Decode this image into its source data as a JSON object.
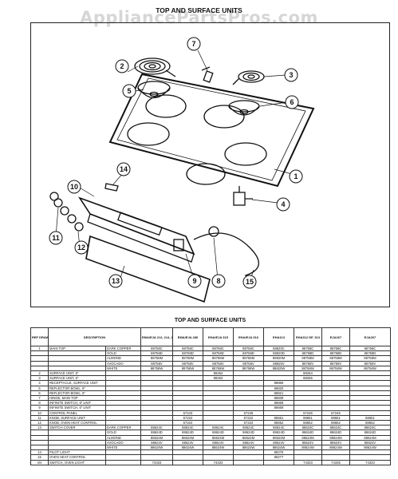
{
  "watermark": "AppliancePartsPros.com",
  "diagram": {
    "title": "TOP AND SURFACE UNITS",
    "callouts": [
      "1",
      "2",
      "3",
      "4",
      "5",
      "6",
      "7",
      "8",
      "9",
      "10",
      "11",
      "12",
      "13",
      "14",
      "15"
    ]
  },
  "table": {
    "title": "TOP AND SURFACE UNITS",
    "headers": [
      "REF DRAW",
      "DESCRIPTION",
      "EMA/EJA 212, 214, 226",
      "EMA/EJA 286",
      "EHA/EJA 315",
      "EHA/EJA 316",
      "EHA113",
      "EHA312 DF, 313",
      "EJA267",
      "EJA267"
    ],
    "rows": [
      {
        "ref": "1",
        "desc": "MAIN TOP",
        "color": "DARK COPPER",
        "vals": [
          "88758C",
          "88758C",
          "88758C",
          "88758C",
          "88820C",
          "88758C",
          "88758C",
          "88758C"
        ]
      },
      {
        "ref": "",
        "desc": "",
        "color": "GOLD",
        "vals": [
          "88758D",
          "88758D",
          "88758D",
          "88758D",
          "88820D",
          "88758D",
          "88758D",
          "88758D"
        ]
      },
      {
        "ref": "",
        "desc": "",
        "color": "ALMOND",
        "vals": [
          "88758M",
          "88758M",
          "88758M",
          "88758M",
          "88820M",
          "88758M",
          "88758M",
          "88758M"
        ]
      },
      {
        "ref": "",
        "desc": "",
        "color": "AVOCADO",
        "vals": [
          "88758V",
          "88758V",
          "88758V",
          "88758V",
          "88820V",
          "88758V",
          "88758V",
          "88758V"
        ]
      },
      {
        "ref": "",
        "desc": "",
        "color": "WHITE",
        "vals": [
          "88758W",
          "88758W",
          "88758W",
          "88758W",
          "88820W",
          "88758W",
          "88758W",
          "88758W"
        ]
      },
      {
        "ref": "2",
        "desc": "SURFACE UNIT, 8\"",
        "color": "",
        "vals": [
          "",
          "",
          "88262",
          "",
          "",
          "88264",
          "",
          ""
        ]
      },
      {
        "ref": "3",
        "desc": "SURFACE UNIT, 6\"",
        "color": "",
        "vals": [
          "",
          "",
          "88263",
          "",
          "",
          "88265",
          "",
          ""
        ]
      },
      {
        "ref": "4",
        "desc": "RECEPTACLE, SURFACE UNIT",
        "color": "",
        "vals": [
          "",
          "",
          "",
          "",
          "88866",
          "",
          "",
          ""
        ]
      },
      {
        "ref": "5",
        "desc": "REFLECTOR BOWL, 8\"",
        "color": "",
        "vals": [
          "",
          "",
          "",
          "",
          "88820",
          "",
          "",
          ""
        ]
      },
      {
        "ref": "6",
        "desc": "REFLECTOR BOWL, 6\"",
        "color": "",
        "vals": [
          "",
          "",
          "",
          "",
          "88821",
          "",
          "",
          ""
        ]
      },
      {
        "ref": "7",
        "desc": "HINGE, MAIN TOP",
        "color": "",
        "vals": [
          "",
          "",
          "",
          "",
          "88839",
          "",
          "",
          ""
        ]
      },
      {
        "ref": "8",
        "desc": "INFINITE SWITCH, 8\" UNIT",
        "color": "",
        "vals": [
          "",
          "",
          "",
          "",
          "88668",
          "",
          "",
          ""
        ]
      },
      {
        "ref": "9",
        "desc": "INFINITE SWITCH, 6\" UNIT",
        "color": "",
        "vals": [
          "",
          "",
          "",
          "",
          "88669",
          "",
          "",
          ""
        ]
      },
      {
        "ref": "10",
        "desc": "CONTROL PANEL",
        "color": "",
        "vals": [
          "",
          "67243",
          "",
          "67245",
          "",
          "67246",
          "67245",
          ""
        ]
      },
      {
        "ref": "11",
        "desc": "KNOB, SURFACE UNIT",
        "color": "",
        "vals": [
          "",
          "67222",
          "",
          "67222",
          "88651",
          "88651",
          "88651",
          "88651"
        ]
      },
      {
        "ref": "12",
        "desc": "KNOB, OVEN HEAT CONTROL",
        "color": "",
        "vals": [
          "",
          "67224",
          "",
          "67224",
          "88652",
          "88652",
          "88652",
          "88652"
        ]
      },
      {
        "ref": "13",
        "desc": "SWITCH COVER",
        "color": "DARK COPPER",
        "vals": [
          "88624C",
          "88624C",
          "88624C",
          "88624C",
          "88624C",
          "88624C",
          "88624C",
          "88624C"
        ]
      },
      {
        "ref": "",
        "desc": "",
        "color": "GOLD",
        "vals": [
          "88624D",
          "88624D",
          "88624D",
          "88624D",
          "88624D",
          "88624D",
          "88624D",
          "88624D"
        ]
      },
      {
        "ref": "",
        "desc": "",
        "color": "ALMOND",
        "vals": [
          "88624M",
          "88624M",
          "88624M",
          "88624M",
          "88624M",
          "88624M",
          "88624M",
          "88624M"
        ]
      },
      {
        "ref": "",
        "desc": "",
        "color": "AVOCADO",
        "vals": [
          "88624V",
          "88624V",
          "88624V",
          "88624V",
          "88624V",
          "88624V",
          "88624V",
          "88624V"
        ]
      },
      {
        "ref": "",
        "desc": "",
        "color": "WHITE",
        "vals": [
          "88624W",
          "88624W",
          "88624W",
          "88624W",
          "88624W",
          "88624W",
          "88624W",
          "88624W"
        ]
      },
      {
        "ref": "14",
        "desc": "PILOT LIGHT",
        "color": "",
        "vals": [
          "",
          "",
          "",
          "",
          "88276",
          "",
          "",
          ""
        ]
      },
      {
        "ref": "15",
        "desc": "OVEN HEAT CONTROL",
        "color": "",
        "vals": [
          "",
          "",
          "",
          "",
          "88277",
          "",
          "",
          ""
        ]
      },
      {
        "ref": "n/s",
        "desc": "SWITCH, OVEN LIGHT",
        "color": "",
        "vals": [
          "74333",
          "",
          "74333",
          "",
          "",
          "74333",
          "74335",
          "74333"
        ]
      }
    ]
  }
}
